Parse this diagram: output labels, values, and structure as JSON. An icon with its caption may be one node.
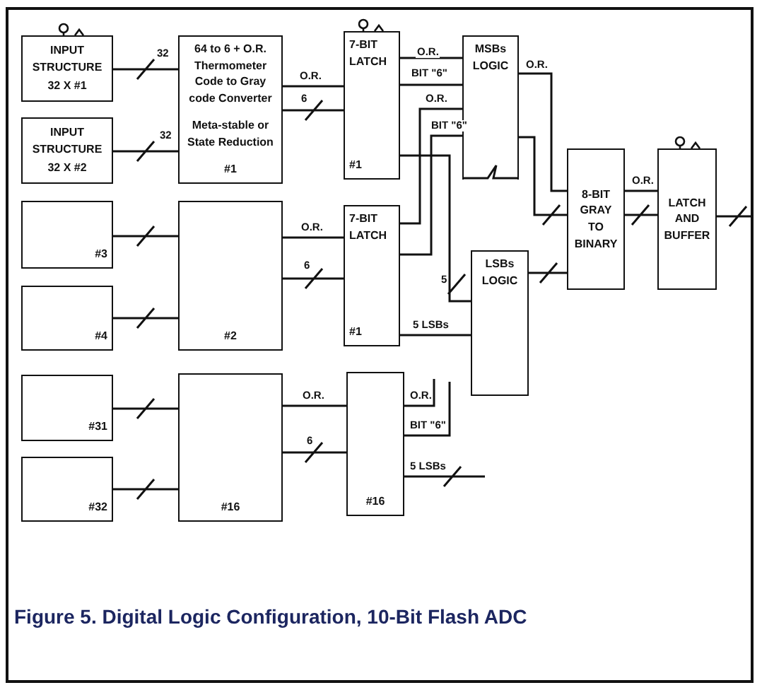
{
  "diagram": {
    "caption": "Figure 5. Digital Logic Configuration, 10-Bit Flash ADC",
    "nodes": [
      {
        "text": [
          "INPUT STRUCTURE",
          "32 X #1"
        ]
      },
      {
        "text": [
          "INPUT STRUCTURE",
          "32 X #2"
        ]
      },
      {
        "text": [
          "64 to 6 + O.R. Thermometer Code to Gray code Converter",
          "Meta-stable or State Reduction",
          "#1"
        ]
      },
      {
        "text": [
          "7-BIT LATCH",
          "#1"
        ]
      },
      {
        "text": [
          "MSBs LOGIC"
        ]
      },
      {
        "text": [
          "8-BIT GRAY TO BINARY"
        ]
      },
      {
        "text": [
          "LATCH AND BUFFER"
        ]
      },
      {
        "text": [
          "#3"
        ]
      },
      {
        "text": [
          "#4"
        ]
      },
      {
        "text": [
          "#2"
        ]
      },
      {
        "text": [
          "7-BIT LATCH",
          "#1"
        ]
      },
      {
        "text": [
          "LSBs LOGIC"
        ]
      },
      {
        "text": [
          "#31"
        ]
      },
      {
        "text": [
          "#32"
        ]
      },
      {
        "text": [
          "#16"
        ]
      },
      {
        "text": [
          "#16"
        ]
      }
    ],
    "edges": [
      {
        "from": 0,
        "to": 2,
        "arrow": "none",
        "label": "32"
      },
      {
        "from": 1,
        "to": 2,
        "arrow": "none",
        "label": "32"
      },
      {
        "from": 2,
        "to": 3,
        "arrow": "none",
        "label": "O.R."
      },
      {
        "from": 2,
        "to": 3,
        "arrow": "none",
        "label": "6"
      },
      {
        "from": 3,
        "to": 4,
        "arrow": "none",
        "label": "O.R."
      },
      {
        "from": 3,
        "to": 4,
        "arrow": "none",
        "label": "BIT \"6\""
      },
      {
        "from": 10,
        "to": 4,
        "arrow": "none",
        "label": "O.R."
      },
      {
        "from": 10,
        "to": 4,
        "arrow": "none",
        "label": "BIT \"6\""
      },
      {
        "from": 3,
        "to": 11,
        "arrow": "none",
        "label": "5"
      },
      {
        "from": 10,
        "to": 11,
        "arrow": "none",
        "label": "5 LSBs"
      },
      {
        "from": 4,
        "to": 5,
        "arrow": "none",
        "label": "O.R."
      },
      {
        "from": 4,
        "to": 5,
        "arrow": "none"
      },
      {
        "from": 11,
        "to": 5,
        "arrow": "none"
      },
      {
        "from": 5,
        "to": 6,
        "arrow": "none",
        "label": "O.R."
      },
      {
        "from": 5,
        "to": 6,
        "arrow": "none"
      },
      {
        "from": 6,
        "to": null,
        "arrow": "none"
      },
      {
        "from": 7,
        "to": 9,
        "arrow": "none"
      },
      {
        "from": 8,
        "to": 9,
        "arrow": "none"
      },
      {
        "from": 9,
        "to": 10,
        "arrow": "none",
        "label": "O.R."
      },
      {
        "from": 9,
        "to": 10,
        "arrow": "none",
        "label": "6"
      },
      {
        "from": 12,
        "to": 14,
        "arrow": "none"
      },
      {
        "from": 13,
        "to": 14,
        "arrow": "none"
      },
      {
        "from": 14,
        "to": 15,
        "arrow": "none",
        "label": "O.R."
      },
      {
        "from": 14,
        "to": 15,
        "arrow": "none",
        "label": "6"
      },
      {
        "from": 15,
        "to": null,
        "arrow": "none",
        "label": "O.R."
      },
      {
        "from": 15,
        "to": null,
        "arrow": "none",
        "label": "BIT \"6\""
      },
      {
        "from": 15,
        "to": null,
        "arrow": "none",
        "label": "5 LSBs"
      }
    ]
  }
}
